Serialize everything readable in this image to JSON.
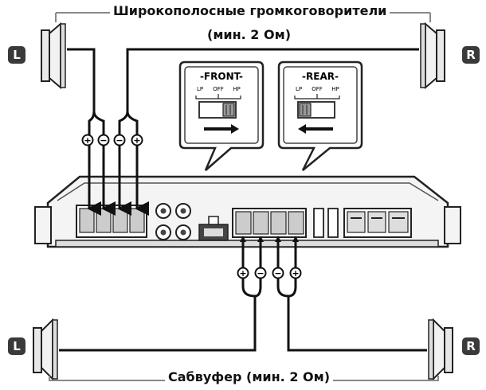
{
  "captions": {
    "full_range": "Широкополосные громкоговорители",
    "full_range_impedance": "(мин. 2 Ом)",
    "subwoofer": "Сабвуфер (мин. 2 Ом)"
  },
  "channel_labels": {
    "left": "L",
    "right": "R"
  },
  "switches": {
    "front": {
      "title": "-FRONT-",
      "lp": "LP",
      "off": "OFF",
      "hp": "HP"
    },
    "rear": {
      "title": "-REAR-",
      "lp": "LP",
      "off": "OFF",
      "hp": "HP"
    }
  },
  "terminal_polarity": [
    "+",
    "−",
    "−",
    "+"
  ]
}
